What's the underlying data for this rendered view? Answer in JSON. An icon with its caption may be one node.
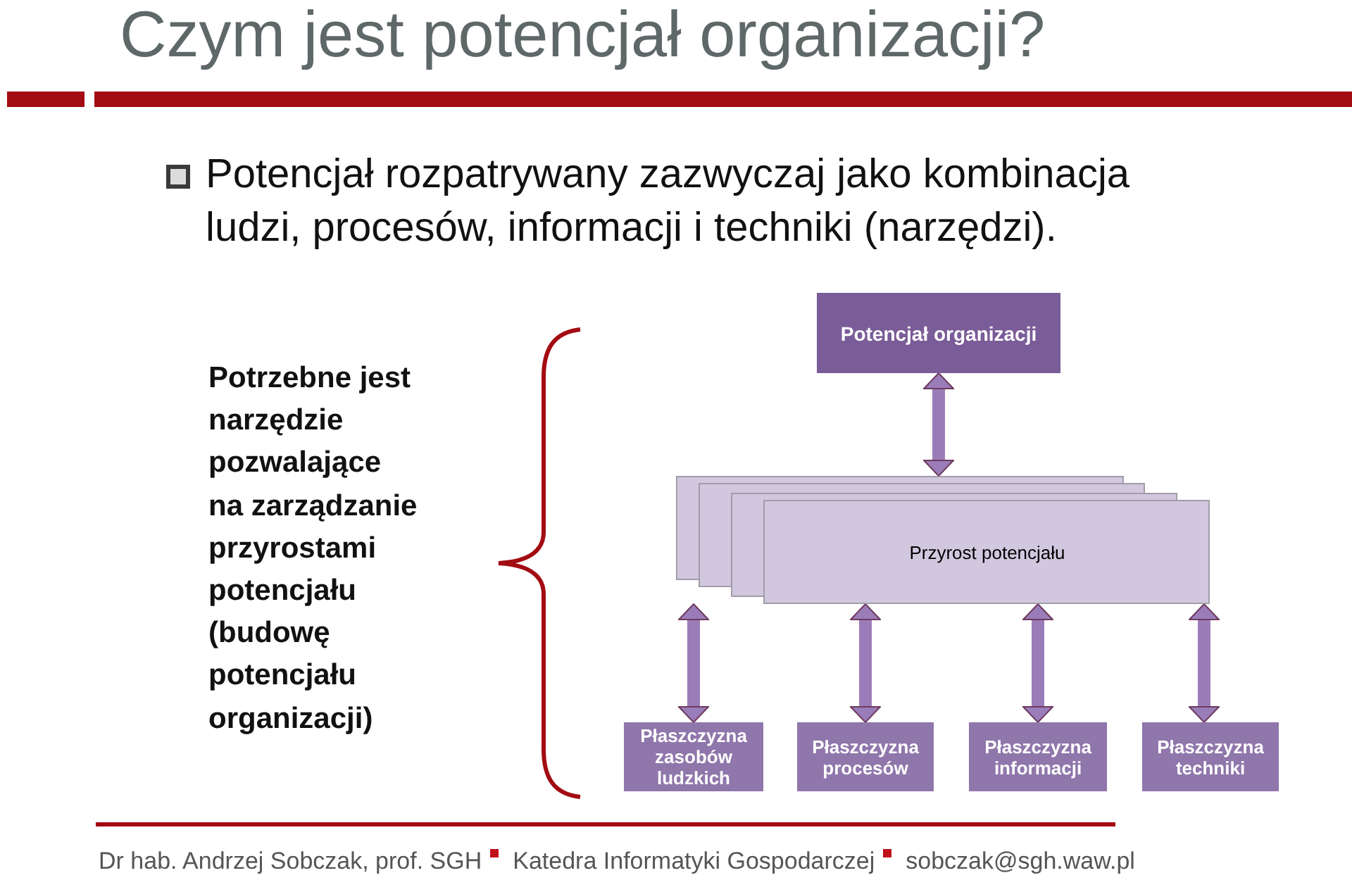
{
  "diagram": {
    "title": "Czym jest potencjał organizacji?",
    "nodes": [
      {
        "text": [
          "Potencjał organizacji"
        ]
      },
      {
        "text": [
          "Przyrost potencjału"
        ]
      },
      {
        "text": [
          "Płaszczyzna zasobów ludzkich"
        ]
      },
      {
        "text": [
          "Płaszczyzna procesów"
        ]
      },
      {
        "text": [
          "Płaszczyzna informacji"
        ]
      },
      {
        "text": [
          "Płaszczyzna techniki"
        ]
      }
    ],
    "edges": [
      {
        "from": 0,
        "to": 1,
        "arrow": "both"
      },
      {
        "from": 1,
        "to": 2,
        "arrow": "both"
      },
      {
        "from": 1,
        "to": 3,
        "arrow": "both"
      },
      {
        "from": 1,
        "to": 4,
        "arrow": "both"
      },
      {
        "from": 1,
        "to": 5,
        "arrow": "both"
      }
    ],
    "labels": [
      "Potencjał rozpatrywany zazwyczaj jako kombinacja ludzi, procesów, informacji i techniki (narzędzi).",
      "Potrzebne jest narzędzie pozwalające na zarządzanie przyrostami potencjału (budowę potencjału organizacji)",
      "Dr hab. Andrzej Sobczak, prof. SGH",
      "Katedra Informatyki Gospodarczej",
      "sobczak@sgh.waw.pl"
    ]
  }
}
